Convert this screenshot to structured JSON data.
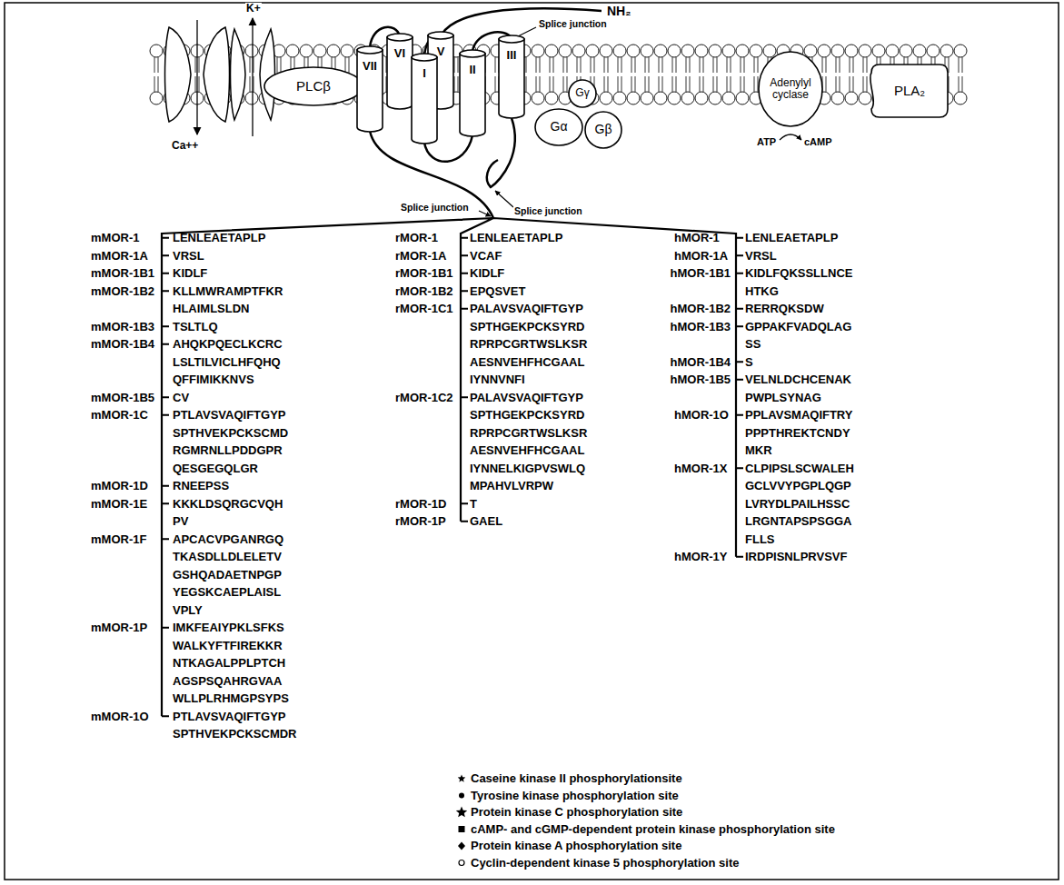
{
  "diagram": {
    "nodes": [
      {
        "text": [
          "PLCβ"
        ]
      },
      {
        "text": [
          "VI"
        ]
      },
      {
        "text": [
          "V"
        ]
      },
      {
        "text": [
          "III"
        ]
      },
      {
        "text": [
          "VII"
        ]
      },
      {
        "text": [
          "I"
        ]
      },
      {
        "text": [
          "II"
        ]
      },
      {
        "text": [
          "Gγ"
        ]
      },
      {
        "text": [
          "Gα"
        ]
      },
      {
        "text": [
          "Gβ"
        ]
      },
      {
        "text": [
          "Adenylyl cyclase"
        ]
      },
      {
        "text": [
          "PLA₂"
        ]
      }
    ],
    "labels": [
      "NH₂",
      "Splice junction",
      "Splice junction",
      "Splice junction",
      "Ca++",
      "K+",
      "ATP",
      "cAMP",
      "mMOR-1",
      "LENLEAETAPLP",
      "mMOR-1A",
      "VRSL",
      "mMOR-1B1",
      "KIDLF",
      "mMOR-1B2",
      "KLLMWRAMPTFKR HLAIMLSLDN",
      "mMOR-1B3",
      "TSLTLQ",
      "mMOR-1B4",
      "AHQKPQECLKCRC LSLTILVICLHFQHQ QFFIMIKKNVS",
      "mMOR-1B5",
      "CV",
      "mMOR-1C",
      "PTLAVSVAQIFTGYP SPTHVEKPCKSCMD RGMRNLLPDDGPR QESGEGQLGR",
      "mMOR-1D",
      "RNEEPSS",
      "mMOR-1E",
      "KKKLDSQRGCVQH PV",
      "mMOR-1F",
      "APCACVPGANRGQ TKASDLLDLELETV GSHQADAETNPGP YEGSKCAEPLAISL VPLY",
      "mMOR-1P",
      "IMKFEAIYPKLSFKS WALKYFTFIREKKR NTKAGALPPLPTCH AGSPSQAHRGVAA WLLPLRHMGPSYPS",
      "mMOR-1O",
      "PTLAVSVAQIFTGYP SPTHVEKPCKSCMDR",
      "rMOR-1",
      "LENLEAETAPLP",
      "rMOR-1A",
      "VCAF",
      "rMOR-1B1",
      "KIDLF",
      "rMOR-1B2",
      "EPQSVET",
      "rMOR-1C1",
      "PALAVSVAQIFTGYP SPTHGEKPCKSYRD RPRPCGRTWSLKSR AESNVEHFHCGAAL IYNNVNFI",
      "rMOR-1C2",
      "PALAVSVAQIFTGYP SPTHGEKPCKSYRD RPRPCGRTWSLKSR AESNVEHFHCGAAL IYNNELKIGPVSWLQ MPAHVLVRPW",
      "rMOR-1D",
      "T",
      "rMOR-1P",
      "GAEL",
      "hMOR-1",
      "LENLEAETAPLP",
      "hMOR-1A",
      "VRSL",
      "hMOR-1B1",
      "KIDLFQKSSLLNCE HTKG",
      "hMOR-1B2",
      "RERRQKSDW",
      "hMOR-1B3",
      "GPPAKFVADQLAG SS",
      "hMOR-1B4",
      "S",
      "hMOR-1B5",
      "VELNLDCHCENAK PWPLSYNAG",
      "hMOR-1O",
      "PPLAVSMAQIFTRY PPPTHREKTCNDY MKR",
      "hMOR-1X",
      "CLPIPSLSCWALEH GCLVVYPGPLQGP LVRYDLPAILHSSC LRGNTAPSPSGGA FLLS",
      "hMOR-1Y",
      "IRDPISNLPRVSVF"
    ],
    "legend": [
      {
        "text": "Caseine kinase II phosphorylationsite"
      },
      {
        "text": "Tyrosine kinase phosphorylation site"
      },
      {
        "text": "Protein kinase C phosphorylation site"
      },
      {
        "text": "cAMP- and cGMP-dependent protein kinase phosphorylation site"
      },
      {
        "text": "Protein kinase A phosphorylation site"
      },
      {
        "text": "Cyclin-dependent kinase 5 phosphorylation site"
      }
    ]
  }
}
